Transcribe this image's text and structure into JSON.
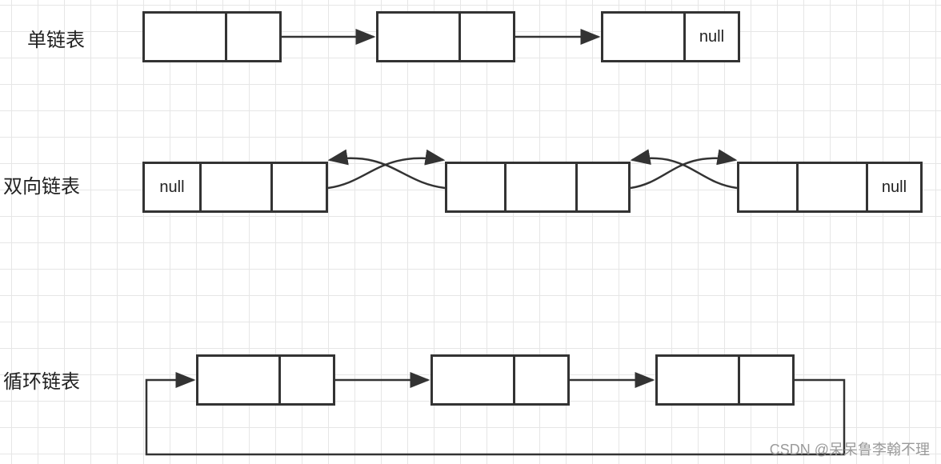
{
  "labels": {
    "singly": "单链表",
    "doubly": "双向链表",
    "circular": "循环链表"
  },
  "null_text": "null",
  "watermark": "CSDN @呆呆鲁李翰不理",
  "colors": {
    "line": "#333333",
    "grid": "#e6e6e6",
    "background": "#ffffff"
  }
}
